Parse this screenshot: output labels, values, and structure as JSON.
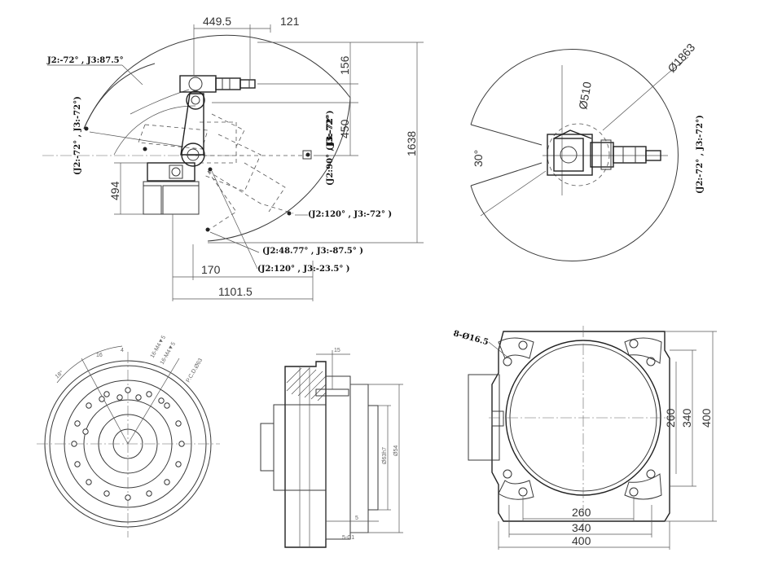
{
  "side_view": {
    "dim_horizontal_top_left": "449.5",
    "dim_horizontal_top_right": "121",
    "dim_vertical_156": "156",
    "dim_vertical_450": "450",
    "dim_vertical_1638": "1638",
    "dim_vertical_494": "494",
    "dim_horizontal_170": "170",
    "dim_horizontal_1101": "1101.5",
    "pose_top_left": "J2:-72° , J3:87.5°",
    "pose_left_vertical": "(J2:-72° , J3:-72°)",
    "pose_left_vertical_2": "(J2:-72° , J3:-72°)",
    "pose_right_vertical": "(J3:-72°",
    "pose_right_vertical_2": "(J2:90° , J3:-72°)",
    "pose_j2_120_j3_72": "(J2:120° , J3:-72° )",
    "pose_j2_4877": "(J2:48.77° , J3:-87.5° )",
    "pose_j2_120_j3_235": "(J2:120° , J3:-23.5° )"
  },
  "top_view": {
    "dim_diameter_1863": "Ø1863",
    "dim_diameter_510": "Ø510",
    "dim_angle_30": "30°",
    "pose_right_vertical": "(J2:-72° , J3:-72°)"
  },
  "flange_view": {
    "label_pcd": "P.C.D.Ø63",
    "label_tap1": "16-M4▼5",
    "label_tap2": "16-M4▼5",
    "label_angle": "18°",
    "label_r1": "16",
    "label_r2": "4"
  },
  "section_view": {
    "dim_15": "15",
    "dim_54": "Ø54",
    "dim_inner": "Ø63h7",
    "dim_5": "5",
    "dim_c1": "5-C1"
  },
  "base_view": {
    "label_holes": "8-Ø16.5",
    "dim_260_v": "260",
    "dim_340_v": "340",
    "dim_400_v": "400",
    "dim_260_h": "260",
    "dim_340_h": "340",
    "dim_400_h": "400"
  }
}
